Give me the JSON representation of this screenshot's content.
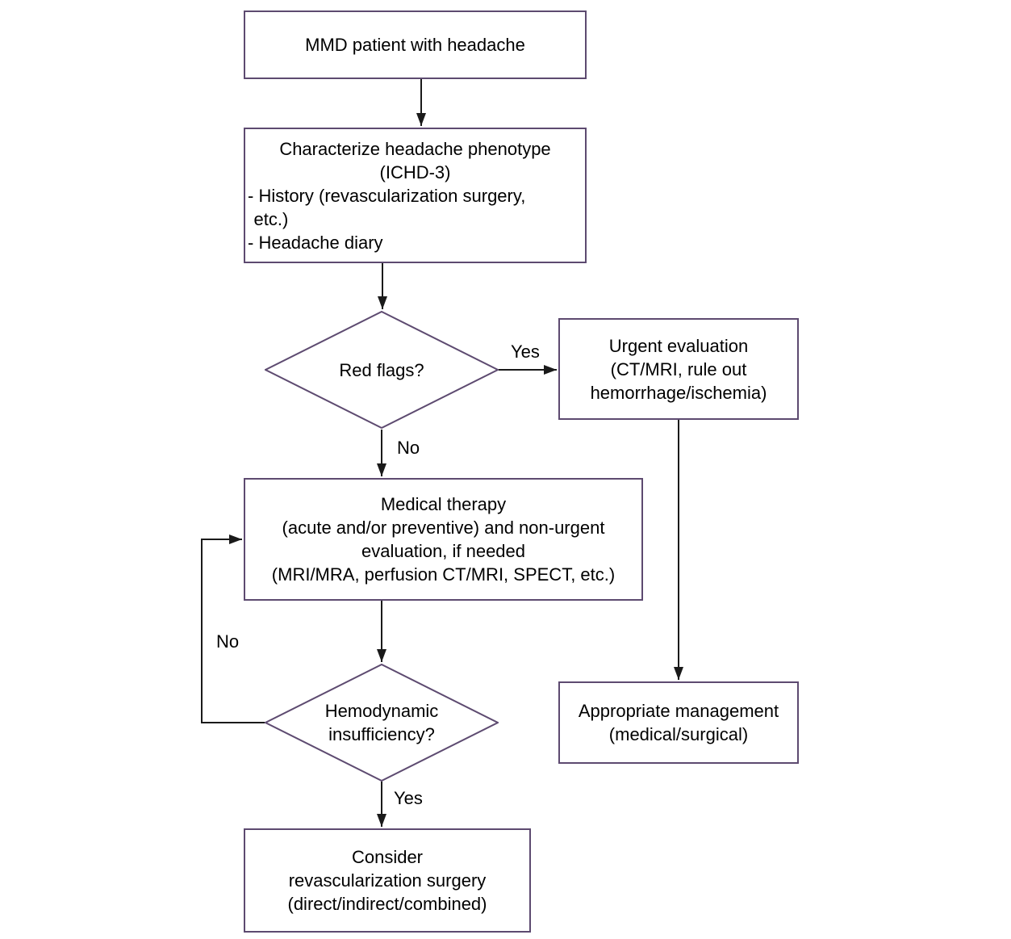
{
  "flowchart": {
    "background": "#ffffff",
    "colors": {
      "node_border": "#5d4a70",
      "connector": "#1a1a1a",
      "text": "#000000"
    },
    "nodes": {
      "start": {
        "lines": [
          "MMD patient with headache"
        ]
      },
      "characterize": {
        "lines": [
          "Characterize headache phenotype",
          "(ICHD-3)",
          "- History (revascularization surgery,",
          "etc.)",
          "- Headache diary"
        ]
      },
      "red_flags": {
        "lines": [
          "Red flags?"
        ]
      },
      "urgent": {
        "lines": [
          "Urgent evaluation",
          "(CT/MRI, rule out",
          "hemorrhage/ischemia)"
        ]
      },
      "medical": {
        "lines": [
          "Medical therapy",
          "(acute and/or preventive) and non-urgent",
          "evaluation, if needed",
          "(MRI/MRA, perfusion CT/MRI, SPECT, etc.)"
        ]
      },
      "hemodynamic": {
        "lines": [
          "Hemodynamic",
          "insufficiency?"
        ]
      },
      "consider": {
        "lines": [
          "Consider",
          "revascularization surgery",
          "(direct/indirect/combined)"
        ]
      },
      "appropriate": {
        "lines": [
          "Appropriate management",
          "(medical/surgical)"
        ]
      }
    },
    "edge_labels": {
      "red_flags_yes": "Yes",
      "red_flags_no": "No",
      "hemodynamic_no": "No",
      "hemodynamic_yes": "Yes"
    }
  }
}
